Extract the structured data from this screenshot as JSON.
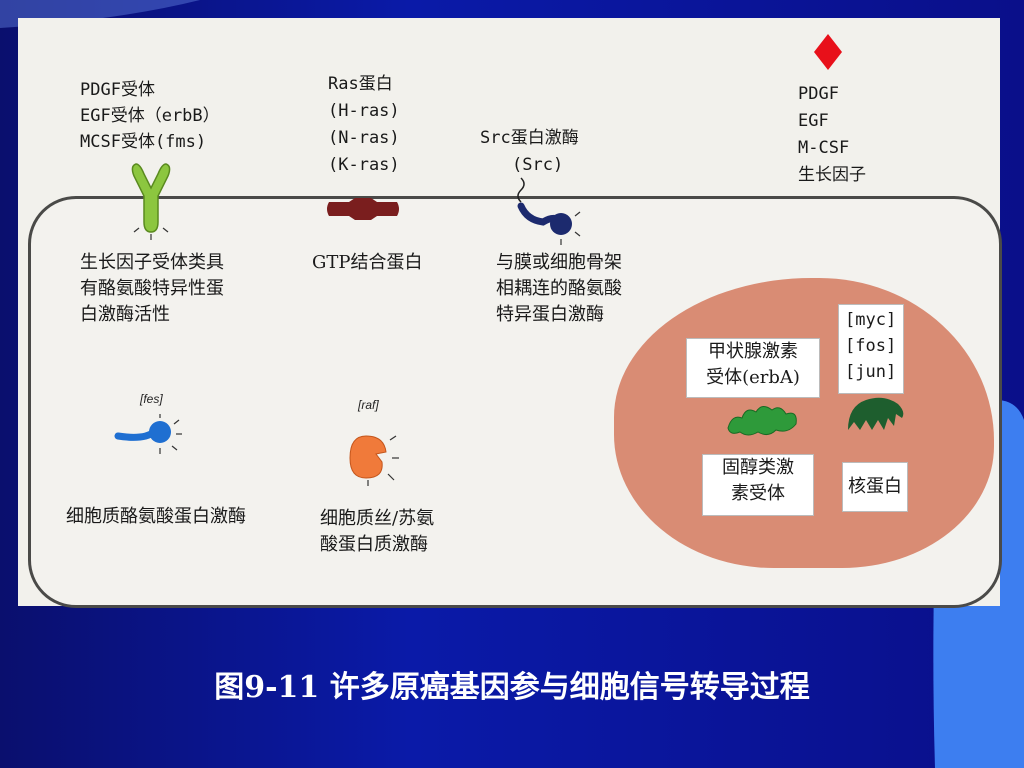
{
  "caption": "图9-11 许多原癌基因参与细胞信号转导过程",
  "labels": {
    "receptors": [
      "PDGF受体",
      "EGF受体（erbB）",
      "MCSF受体(fms)"
    ],
    "ras": [
      "Ras蛋白",
      "(H-ras)",
      "(N-ras)",
      "(K-ras)"
    ],
    "src": [
      "Src蛋白激酶",
      "(Src)"
    ],
    "growth_factors": [
      "PDGF",
      "EGF",
      "M-CSF",
      "生长因子"
    ],
    "receptor_desc": [
      "生长因子受体类具",
      "有酪氨酸特异性蛋",
      "白激酶活性"
    ],
    "gtp": "GTP结合蛋白",
    "src_desc": [
      "与膜或细胞骨架",
      "相耦连的酪氨酸",
      "特异蛋白激酶"
    ],
    "fes_tag": "[fes]",
    "raf_tag": "[raf]",
    "fes_desc": "细胞质酪氨酸蛋白激酶",
    "raf_desc": [
      "细胞质丝/苏氨",
      "酸蛋白质激酶"
    ],
    "thyroid": [
      "甲状腺激素",
      "受体(erbA)"
    ],
    "steroid": [
      "固醇类激",
      "素受体"
    ],
    "nuclear_genes": [
      "[myc]",
      "[fos]",
      "[jun]"
    ],
    "nuclear_protein": "核蛋白"
  },
  "colors": {
    "receptor": "#8cc63f",
    "ras": "#7a1e1e",
    "src": "#1c2a6e",
    "fes": "#1f6fd1",
    "raf": "#f07a3a",
    "thyroid_receptor": "#2e9a3a",
    "nuclear_protein": "#1e5e2e",
    "growth_factor": "#e8101a",
    "nucleus": "#d98c74"
  }
}
